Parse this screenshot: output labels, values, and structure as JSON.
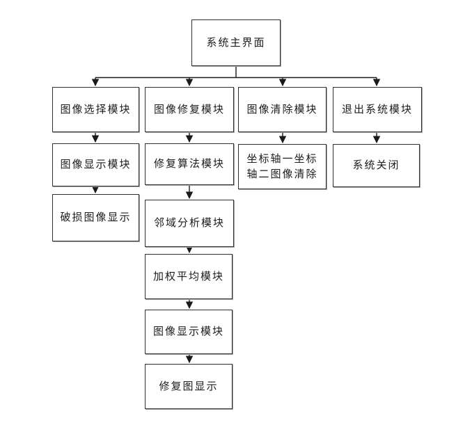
{
  "diagram": {
    "type": "flowchart",
    "nodes": {
      "system_main": {
        "label": "系统主界面"
      },
      "image_select": {
        "label": "图像选择模块"
      },
      "image_repair": {
        "label": "图像修复模块"
      },
      "image_clear": {
        "label": "图像清除模块"
      },
      "exit_system": {
        "label": "退出系统模块"
      },
      "image_display_1": {
        "label": "图像显示模块"
      },
      "repair_algorithm": {
        "label": "修复算法模块"
      },
      "axes_clear": {
        "lines": [
          "坐标轴一坐标",
          "轴二图像清除"
        ]
      },
      "system_close": {
        "label": "系统关闭"
      },
      "damaged_image_display": {
        "label": "破损图像显示"
      },
      "neighborhood_analysis": {
        "label": "邻域分析模块"
      },
      "weighted_average": {
        "label": "加权平均模块"
      },
      "image_display_2": {
        "label": "图像显示模块"
      },
      "repaired_image_display": {
        "label": "修复图显示"
      }
    },
    "edges": [
      "system_main -> image_select",
      "system_main -> image_repair",
      "system_main -> image_clear",
      "system_main -> exit_system",
      "image_select -> image_display_1",
      "image_display_1 -> damaged_image_display",
      "image_repair -> repair_algorithm",
      "repair_algorithm -> neighborhood_analysis",
      "neighborhood_analysis -> weighted_average",
      "weighted_average -> image_display_2",
      "image_display_2 -> repaired_image_display",
      "image_clear -> axes_clear",
      "exit_system -> system_close"
    ],
    "colors": {
      "background": "#ffffff",
      "box_border": "#2f2f2f",
      "connector": "#1a1a1a",
      "text": "#1c1c1c"
    }
  }
}
